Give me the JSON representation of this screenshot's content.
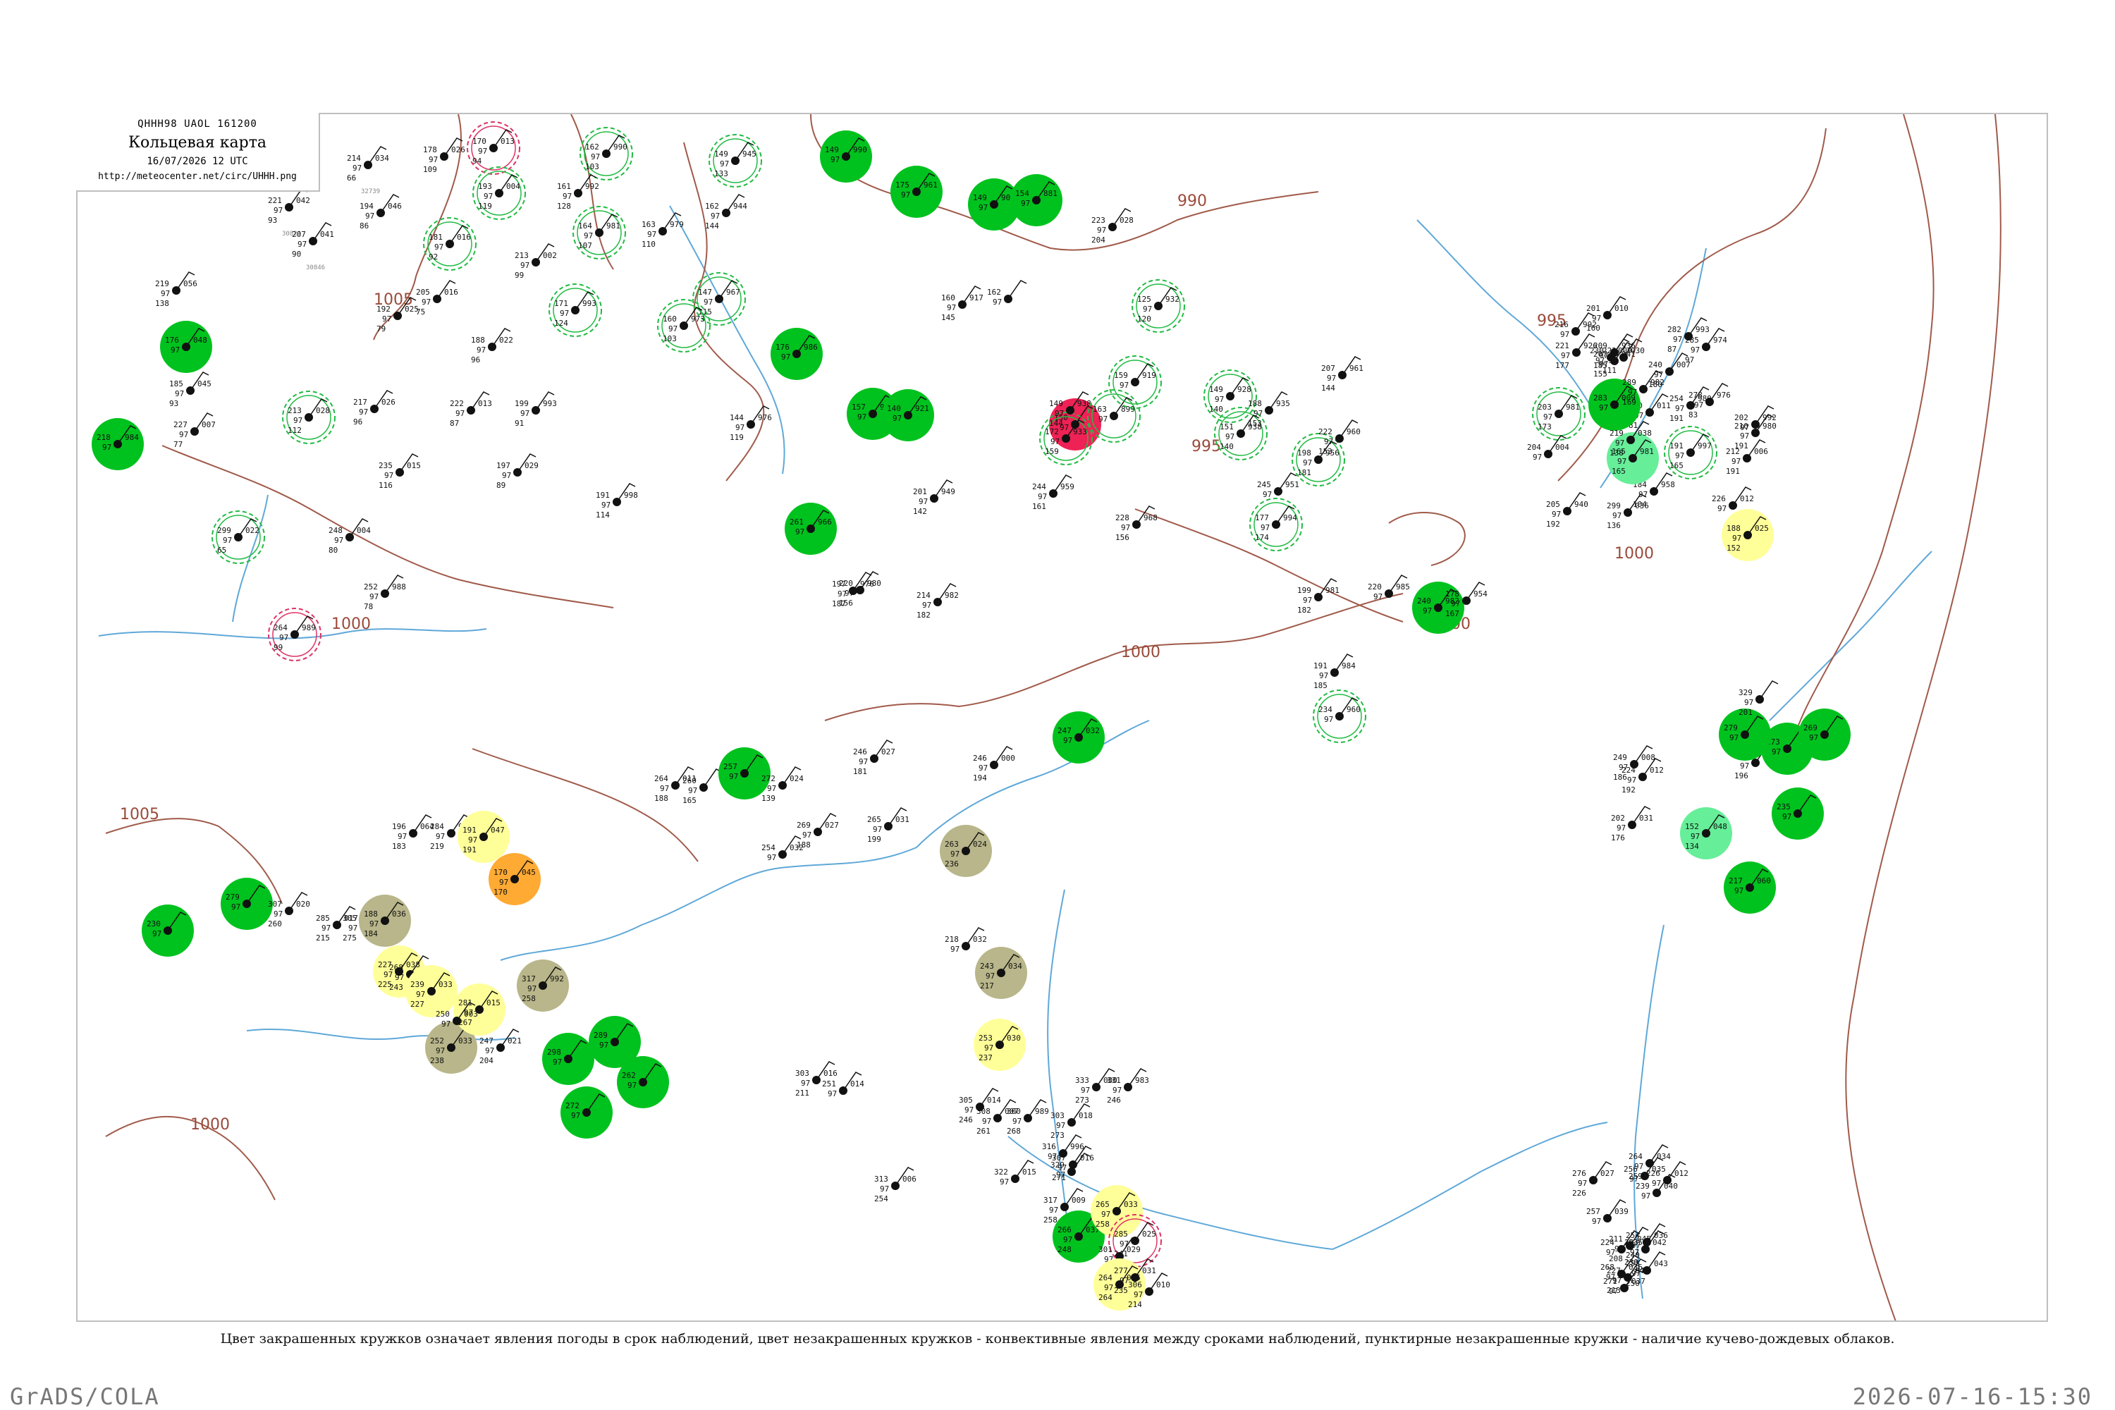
{
  "header": {
    "code": "QHHH98  UAOL  161200",
    "title": "Кольцевая карта",
    "datetime": "16/07/2026 12 UTC",
    "url": "http://meteocenter.net/circ/UHHH.png"
  },
  "legend_note": "Цвет закрашенных кружков означает явления погоды в срок наблюдений, цвет незакрашенных кружков - конвективные явления между сроками наблюдений, пунктирные незакрашенные кружки - наличие кучево-дождевых облаков.",
  "footer": {
    "left": "GrADS/COLA",
    "right": "2026-07-16-15:30"
  },
  "colors": {
    "rain_green": "#00c21e",
    "thunder_red": "#ee2255",
    "drizzle_yellow": "#ffff99",
    "haze_olive": "#b8b68a",
    "fog_orange": "#ffaa33",
    "light_green": "#66ee99",
    "isobar": "#a05a4a",
    "river": "#5fa8d8"
  },
  "isobar_labels": [
    "990",
    "995",
    "995",
    "1000",
    "1000",
    "1000",
    "1000",
    "1005",
    "1005",
    "1000"
  ],
  "stations": [
    {
      "t": "214",
      "p": "034",
      "n": "66",
      "id": "32739",
      "k": "plain"
    },
    {
      "t": "221",
      "p": "042",
      "n": "93",
      "id": "30823",
      "k": "plain"
    },
    {
      "t": "178",
      "p": "026",
      "n": "109",
      "id": "",
      "k": "plain"
    },
    {
      "t": "170",
      "p": "013",
      "n": "94",
      "id": "",
      "k": "ring-red"
    },
    {
      "t": "162",
      "p": "990",
      "n": "103",
      "id": "",
      "k": "ring-green"
    },
    {
      "t": "149",
      "p": "945",
      "n": "133",
      "id": "",
      "k": "ring-green"
    },
    {
      "t": "149",
      "p": "990",
      "n": "",
      "id": "",
      "k": "fill-green"
    },
    {
      "t": "175",
      "p": "961",
      "n": "",
      "id": "",
      "k": "fill-green"
    },
    {
      "t": "149",
      "p": "908",
      "n": "",
      "id": "",
      "k": "fill-green"
    },
    {
      "t": "154",
      "p": "881",
      "n": "",
      "id": "",
      "k": "fill-green"
    },
    {
      "t": "219",
      "p": "056",
      "n": "138",
      "id": "",
      "k": "plain"
    },
    {
      "t": "207",
      "p": "041",
      "n": "90",
      "id": "30846",
      "k": "plain"
    },
    {
      "t": "194",
      "p": "046",
      "n": "86",
      "id": "",
      "k": "plain"
    },
    {
      "t": "193",
      "p": "004",
      "n": "119",
      "id": "",
      "k": "ring-green"
    },
    {
      "t": "161",
      "p": "992",
      "n": "128",
      "id": "",
      "k": "plain"
    },
    {
      "t": "164",
      "p": "981",
      "n": "107",
      "id": "",
      "k": "ring-green"
    },
    {
      "t": "163",
      "p": "979",
      "n": "110",
      "id": "",
      "k": "plain"
    },
    {
      "t": "162",
      "p": "944",
      "n": "144",
      "id": "",
      "k": "plain"
    },
    {
      "t": "181",
      "p": "016",
      "n": "92",
      "id": "",
      "k": "ring-green"
    },
    {
      "t": "213",
      "p": "002",
      "n": "99",
      "id": "",
      "k": "plain"
    },
    {
      "t": "176",
      "p": "048",
      "n": "",
      "id": "",
      "k": "fill-green"
    },
    {
      "t": "185",
      "p": "045",
      "n": "93",
      "id": "",
      "k": "plain"
    },
    {
      "t": "192",
      "p": "025",
      "n": "79",
      "id": "",
      "k": "plain"
    },
    {
      "t": "205",
      "p": "016",
      "n": "75",
      "id": "",
      "k": "plain"
    },
    {
      "t": "171",
      "p": "993",
      "n": "124",
      "id": "",
      "k": "ring-green"
    },
    {
      "t": "147",
      "p": "967",
      "n": "115",
      "id": "",
      "k": "ring-green"
    },
    {
      "t": "160",
      "p": "973",
      "n": "103",
      "id": "",
      "k": "ring-green"
    },
    {
      "t": "188",
      "p": "022",
      "n": "96",
      "id": "",
      "k": "plain"
    },
    {
      "t": "218",
      "p": "984",
      "n": "",
      "id": "",
      "k": "fill-green"
    },
    {
      "t": "227",
      "p": "007",
      "n": "77",
      "id": "",
      "k": "plain"
    },
    {
      "t": "213",
      "p": "028",
      "n": "112",
      "id": "",
      "k": "ring-green"
    },
    {
      "t": "217",
      "p": "026",
      "n": "96",
      "id": "",
      "k": "plain"
    },
    {
      "t": "222",
      "p": "013",
      "n": "87",
      "id": "",
      "k": "plain"
    },
    {
      "t": "199",
      "p": "993",
      "n": "91",
      "id": "",
      "k": "plain"
    },
    {
      "t": "176",
      "p": "986",
      "n": "",
      "id": "",
      "k": "fill-green"
    },
    {
      "t": "157",
      "p": "947",
      "n": "",
      "id": "",
      "k": "fill-green"
    },
    {
      "t": "140",
      "p": "921",
      "n": "",
      "id": "",
      "k": "fill-green"
    },
    {
      "t": "144",
      "p": "976",
      "n": "119",
      "id": "",
      "k": "plain"
    },
    {
      "t": "235",
      "p": "015",
      "n": "116",
      "id": "",
      "k": "plain"
    },
    {
      "t": "197",
      "p": "029",
      "n": "89",
      "id": "",
      "k": "plain"
    },
    {
      "t": "191",
      "p": "998",
      "n": "114",
      "id": "",
      "k": "plain"
    },
    {
      "t": "299",
      "p": "022",
      "n": "65",
      "id": "",
      "k": "ring-green"
    },
    {
      "t": "248",
      "p": "004",
      "n": "80",
      "id": "",
      "k": "plain"
    },
    {
      "t": "252",
      "p": "988",
      "n": "78",
      "id": "",
      "k": "plain"
    },
    {
      "t": "264",
      "p": "989",
      "n": "99",
      "id": "",
      "k": "ring-red"
    },
    {
      "t": "201",
      "p": "949",
      "n": "142",
      "id": "",
      "k": "plain"
    },
    {
      "t": "160",
      "p": "917",
      "n": "145",
      "id": "",
      "k": "plain"
    },
    {
      "t": "162",
      "p": "",
      "n": "",
      "id": "",
      "k": "plain"
    },
    {
      "t": "150",
      "p": "",
      "n": "",
      "id": "",
      "k": "fill-red"
    },
    {
      "t": "172",
      "p": "933",
      "n": "159",
      "id": "",
      "k": "ring-green"
    },
    {
      "t": "149",
      "p": "938",
      "n": "144",
      "id": "",
      "k": "plain"
    },
    {
      "t": "163",
      "p": "899",
      "n": "",
      "id": "",
      "k": "ring-green"
    },
    {
      "t": "159",
      "p": "919",
      "n": "",
      "id": "",
      "k": "ring-green"
    },
    {
      "t": "125",
      "p": "932",
      "n": "120",
      "id": "",
      "k": "ring-green"
    },
    {
      "t": "149",
      "p": "928",
      "n": "140",
      "id": "",
      "k": "ring-green"
    },
    {
      "t": "151",
      "p": "938",
      "n": "140",
      "id": "",
      "k": "ring-green"
    },
    {
      "t": "188",
      "p": "935",
      "n": "153",
      "id": "",
      "k": "plain"
    },
    {
      "t": "198",
      "p": "956",
      "n": "181",
      "id": "",
      "k": "ring-green"
    },
    {
      "t": "222",
      "p": "960",
      "n": "153",
      "id": "",
      "k": "plain"
    },
    {
      "t": "207",
      "p": "961",
      "n": "144",
      "id": "",
      "k": "plain"
    },
    {
      "t": "245",
      "p": "951",
      "n": "",
      "id": "",
      "k": "plain"
    },
    {
      "t": "244",
      "p": "959",
      "n": "161",
      "id": "",
      "k": "plain"
    },
    {
      "t": "228",
      "p": "968",
      "n": "156",
      "id": "",
      "k": "plain"
    },
    {
      "t": "261",
      "p": "966",
      "n": "",
      "id": "",
      "k": "fill-green"
    },
    {
      "t": "220",
      "p": "980",
      "n": "156",
      "id": "",
      "k": "plain"
    },
    {
      "t": "197",
      "p": "976",
      "n": "187",
      "id": "",
      "k": "plain"
    },
    {
      "t": "214",
      "p": "982",
      "n": "182",
      "id": "",
      "k": "plain"
    },
    {
      "t": "177",
      "p": "994",
      "n": "174",
      "id": "",
      "k": "ring-green"
    },
    {
      "t": "199",
      "p": "981",
      "n": "182",
      "id": "",
      "k": "plain"
    },
    {
      "t": "191",
      "p": "984",
      "n": "185",
      "id": "",
      "k": "plain"
    },
    {
      "t": "220",
      "p": "985",
      "n": "",
      "id": "",
      "k": "plain"
    },
    {
      "t": "240",
      "p": "982",
      "n": "",
      "id": "",
      "k": "fill-green"
    },
    {
      "t": "178",
      "p": "954",
      "n": "167",
      "id": "",
      "k": "plain"
    },
    {
      "t": "234",
      "p": "960",
      "n": "",
      "id": "",
      "k": "ring-green"
    },
    {
      "t": "203",
      "p": "981",
      "n": "173",
      "id": "",
      "k": "ring-green"
    },
    {
      "t": "204",
      "p": "004",
      "n": "",
      "id": "",
      "k": "plain"
    },
    {
      "t": "205",
      "p": "940",
      "n": "192",
      "id": "",
      "k": "plain"
    },
    {
      "t": "184",
      "p": "958",
      "n": "104",
      "id": "",
      "k": "plain"
    },
    {
      "t": "221",
      "p": "926",
      "n": "177",
      "id": "",
      "k": "plain"
    },
    {
      "t": "209",
      "p": "936",
      "n": "185",
      "id": "",
      "k": "plain"
    },
    {
      "t": "165",
      "p": "981",
      "n": "165",
      "id": "",
      "k": "fill-lightgreen"
    },
    {
      "t": "250",
      "p": "011",
      "n": "81",
      "id": "",
      "k": "plain"
    },
    {
      "t": "283",
      "p": "009",
      "n": "",
      "id": "",
      "k": "fill-green"
    },
    {
      "t": "230",
      "p": "009",
      "n": "",
      "id": "",
      "k": "plain"
    },
    {
      "t": "223",
      "p": "030",
      "n": "111",
      "id": "",
      "k": "plain"
    },
    {
      "t": "207",
      "p": "041",
      "n": "155",
      "id": "",
      "k": "plain"
    },
    {
      "t": "219",
      "p": "038",
      "n": "138",
      "id": "",
      "k": "plain"
    },
    {
      "t": "299",
      "p": "036",
      "n": "136",
      "id": "",
      "k": "plain"
    },
    {
      "t": "254",
      "p": "989",
      "n": "191",
      "id": "",
      "k": "plain"
    },
    {
      "t": "240",
      "p": "007",
      "n": "180",
      "id": "",
      "k": "plain"
    },
    {
      "t": "282",
      "p": "993",
      "n": "87",
      "id": "",
      "k": "plain"
    },
    {
      "t": "278",
      "p": "976",
      "n": "83",
      "id": "",
      "k": "plain"
    },
    {
      "t": "285",
      "p": "974",
      "n": "97",
      "id": "",
      "k": "plain"
    },
    {
      "t": "289",
      "p": "982",
      "n": "169",
      "id": "",
      "k": "plain"
    },
    {
      "t": "201",
      "p": "010",
      "n": "160",
      "id": "",
      "k": "plain"
    },
    {
      "t": "216",
      "p": "992",
      "n": "",
      "id": "",
      "k": "plain"
    },
    {
      "t": "191",
      "p": "997",
      "n": "165",
      "id": "",
      "k": "ring-green"
    },
    {
      "t": "202",
      "p": "992",
      "n": "",
      "id": "",
      "k": "plain"
    },
    {
      "t": "210",
      "p": "980",
      "n": "191",
      "id": "",
      "k": "plain"
    },
    {
      "t": "212",
      "p": "006",
      "n": "191",
      "id": "",
      "k": "plain"
    },
    {
      "t": "226",
      "p": "012",
      "n": "",
      "id": "",
      "k": "plain"
    },
    {
      "t": "188",
      "p": "025",
      "n": "152",
      "id": "",
      "k": "fill-yellow"
    },
    {
      "t": "247",
      "p": "032",
      "n": "",
      "id": "",
      "k": "fill-green"
    },
    {
      "t": "246",
      "p": "000",
      "n": "194",
      "id": "",
      "k": "plain"
    },
    {
      "t": "260",
      "p": "",
      "n": "196",
      "id": "",
      "k": "plain"
    },
    {
      "t": "249",
      "p": "008",
      "n": "186",
      "id": "",
      "k": "plain"
    },
    {
      "t": "224",
      "p": "012",
      "n": "192",
      "id": "",
      "k": "plain"
    },
    {
      "t": "202",
      "p": "031",
      "n": "176",
      "id": "",
      "k": "plain"
    },
    {
      "t": "246",
      "p": "027",
      "n": "181",
      "id": "",
      "k": "plain"
    },
    {
      "t": "264",
      "p": "011",
      "n": "188",
      "id": "",
      "k": "plain"
    },
    {
      "t": "260",
      "p": "",
      "n": "165",
      "id": "",
      "k": "plain"
    },
    {
      "t": "257",
      "p": "",
      "n": "",
      "id": "",
      "k": "fill-green"
    },
    {
      "t": "272",
      "p": "024",
      "n": "139",
      "id": "",
      "k": "plain"
    },
    {
      "t": "254",
      "p": "032",
      "n": "",
      "id": "",
      "k": "plain"
    },
    {
      "t": "265",
      "p": "031",
      "n": "199",
      "id": "",
      "k": "plain"
    },
    {
      "t": "269",
      "p": "027",
      "n": "188",
      "id": "",
      "k": "plain"
    },
    {
      "t": "263",
      "p": "024",
      "n": "236",
      "id": "",
      "k": "fill-olive"
    },
    {
      "t": "243",
      "p": "034",
      "n": "217",
      "id": "",
      "k": "fill-olive"
    },
    {
      "t": "253",
      "p": "030",
      "n": "237",
      "id": "",
      "k": "fill-yellow"
    },
    {
      "t": "218",
      "p": "032",
      "n": "",
      "id": "",
      "k": "plain"
    },
    {
      "t": "196",
      "p": "064",
      "n": "183",
      "id": "",
      "k": "plain"
    },
    {
      "t": "284",
      "p": "991",
      "n": "219",
      "id": "",
      "k": "plain"
    },
    {
      "t": "191",
      "p": "047",
      "n": "191",
      "id": "",
      "k": "fill-yellow"
    },
    {
      "t": "170",
      "p": "045",
      "n": "170",
      "id": "",
      "k": "fill-orange"
    },
    {
      "t": "152",
      "p": "048",
      "n": "134",
      "id": "",
      "k": "fill-lightgreen"
    },
    {
      "t": "217",
      "p": "060",
      "n": "",
      "id": "",
      "k": "fill-green"
    },
    {
      "t": "273",
      "p": "",
      "n": "",
      "id": "",
      "k": "fill-green"
    },
    {
      "t": "279",
      "p": "",
      "n": "",
      "id": "",
      "k": "fill-green"
    },
    {
      "t": "329",
      "p": "",
      "n": "201",
      "id": "",
      "k": "plain"
    },
    {
      "t": "269",
      "p": "",
      "n": "",
      "id": "",
      "k": "fill-green"
    },
    {
      "t": "235",
      "p": "",
      "n": "",
      "id": "",
      "k": "fill-green"
    },
    {
      "t": "230",
      "p": "",
      "n": "",
      "id": "",
      "k": "fill-green"
    },
    {
      "t": "279",
      "p": "",
      "n": "",
      "id": "",
      "k": "fill-green"
    },
    {
      "t": "307",
      "p": "020",
      "n": "260",
      "id": "",
      "k": "plain"
    },
    {
      "t": "285",
      "p": "017",
      "n": "215",
      "id": "",
      "k": "plain"
    },
    {
      "t": "305",
      "p": "018",
      "n": "275",
      "id": "",
      "k": "plain"
    },
    {
      "t": "188",
      "p": "036",
      "n": "184",
      "id": "",
      "k": "fill-olive"
    },
    {
      "t": "227",
      "p": "038",
      "n": "225",
      "id": "",
      "k": "fill-yellow"
    },
    {
      "t": "268",
      "p": "",
      "n": "243",
      "id": "",
      "k": "plain"
    },
    {
      "t": "239",
      "p": "033",
      "n": "227",
      "id": "",
      "k": "fill-yellow"
    },
    {
      "t": "252",
      "p": "033",
      "n": "238",
      "id": "",
      "k": "fill-olive"
    },
    {
      "t": "281",
      "p": "015",
      "n": "267",
      "id": "",
      "k": "fill-yellow"
    },
    {
      "t": "250",
      "p": "003",
      "n": "",
      "id": "",
      "k": "plain"
    },
    {
      "t": "247",
      "p": "021",
      "n": "204",
      "id": "",
      "k": "plain"
    },
    {
      "t": "317",
      "p": "992",
      "n": "258",
      "id": "",
      "k": "fill-olive"
    },
    {
      "t": "289",
      "p": "",
      "n": "",
      "id": "",
      "k": "fill-green"
    },
    {
      "t": "298",
      "p": "",
      "n": "",
      "id": "",
      "k": "fill-green"
    },
    {
      "t": "272",
      "p": "",
      "n": "",
      "id": "",
      "k": "fill-green"
    },
    {
      "t": "262",
      "p": "",
      "n": "",
      "id": "",
      "k": "fill-green"
    },
    {
      "t": "251",
      "p": "014",
      "n": "",
      "id": "",
      "k": "plain"
    },
    {
      "t": "303",
      "p": "016",
      "n": "211",
      "id": "",
      "k": "plain"
    },
    {
      "t": "305",
      "p": "014",
      "n": "246",
      "id": "",
      "k": "plain"
    },
    {
      "t": "308",
      "p": "007",
      "n": "261",
      "id": "",
      "k": "plain"
    },
    {
      "t": "300",
      "p": "989",
      "n": "268",
      "id": "",
      "k": "plain"
    },
    {
      "t": "316",
      "p": "996",
      "n": "",
      "id": "",
      "k": "plain"
    },
    {
      "t": "331",
      "p": "983",
      "n": "246",
      "id": "",
      "k": "plain"
    },
    {
      "t": "333",
      "p": "000",
      "n": "273",
      "id": "",
      "k": "plain"
    },
    {
      "t": "303",
      "p": "018",
      "n": "273",
      "id": "",
      "k": "plain"
    },
    {
      "t": "307",
      "p": "016",
      "n": "271",
      "id": "",
      "k": "plain"
    },
    {
      "t": "313",
      "p": "006",
      "n": "254",
      "id": "",
      "k": "plain"
    },
    {
      "t": "322",
      "p": "015",
      "n": "",
      "id": "",
      "k": "plain"
    },
    {
      "t": "317",
      "p": "009",
      "n": "258",
      "id": "",
      "k": "plain"
    },
    {
      "t": "329",
      "p": "",
      "n": "",
      "id": "",
      "k": "plain"
    },
    {
      "t": "266",
      "p": "037",
      "n": "248",
      "id": "",
      "k": "fill-green"
    },
    {
      "t": "265",
      "p": "033",
      "n": "258",
      "id": "",
      "k": "fill-yellow"
    },
    {
      "t": "285",
      "p": "025",
      "n": "241",
      "id": "",
      "k": "ring-red"
    },
    {
      "t": "301",
      "p": "029",
      "n": "",
      "id": "",
      "k": "plain"
    },
    {
      "t": "264",
      "p": "035",
      "n": "264",
      "id": "",
      "k": "fill-yellow"
    },
    {
      "t": "277",
      "p": "031",
      "n": "235",
      "id": "",
      "k": "plain"
    },
    {
      "t": "306",
      "p": "010",
      "n": "214",
      "id": "",
      "k": "plain"
    },
    {
      "t": "276",
      "p": "027",
      "n": "226",
      "id": "",
      "k": "plain"
    },
    {
      "t": "264",
      "p": "034",
      "n": "259",
      "id": "",
      "k": "plain"
    },
    {
      "t": "256",
      "p": "035",
      "n": "",
      "id": "",
      "k": "plain"
    },
    {
      "t": "257",
      "p": "039",
      "n": "",
      "id": "",
      "k": "plain"
    },
    {
      "t": "253",
      "p": "042",
      "n": "230",
      "id": "",
      "k": "plain"
    },
    {
      "t": "239",
      "p": "040",
      "n": "",
      "id": "",
      "k": "plain"
    },
    {
      "t": "255",
      "p": "043",
      "n": "250",
      "id": "",
      "k": "plain"
    },
    {
      "t": "254",
      "p": "036",
      "n": "240",
      "id": "",
      "k": "plain"
    },
    {
      "t": "271",
      "p": "037",
      "n": "",
      "id": "",
      "k": "plain"
    },
    {
      "t": "268",
      "p": "036",
      "n": "",
      "id": "",
      "k": "plain"
    },
    {
      "t": "224",
      "p": "035",
      "n": "",
      "id": "",
      "k": "plain"
    },
    {
      "t": "211",
      "p": "045",
      "n": "208",
      "id": "",
      "k": "plain"
    },
    {
      "t": "227",
      "p": "043",
      "n": "213",
      "id": "",
      "k": "plain"
    },
    {
      "t": "226",
      "p": "012",
      "n": "",
      "id": "",
      "k": "plain"
    },
    {
      "t": "223",
      "p": "028",
      "n": "204",
      "id": "",
      "k": "plain"
    }
  ]
}
